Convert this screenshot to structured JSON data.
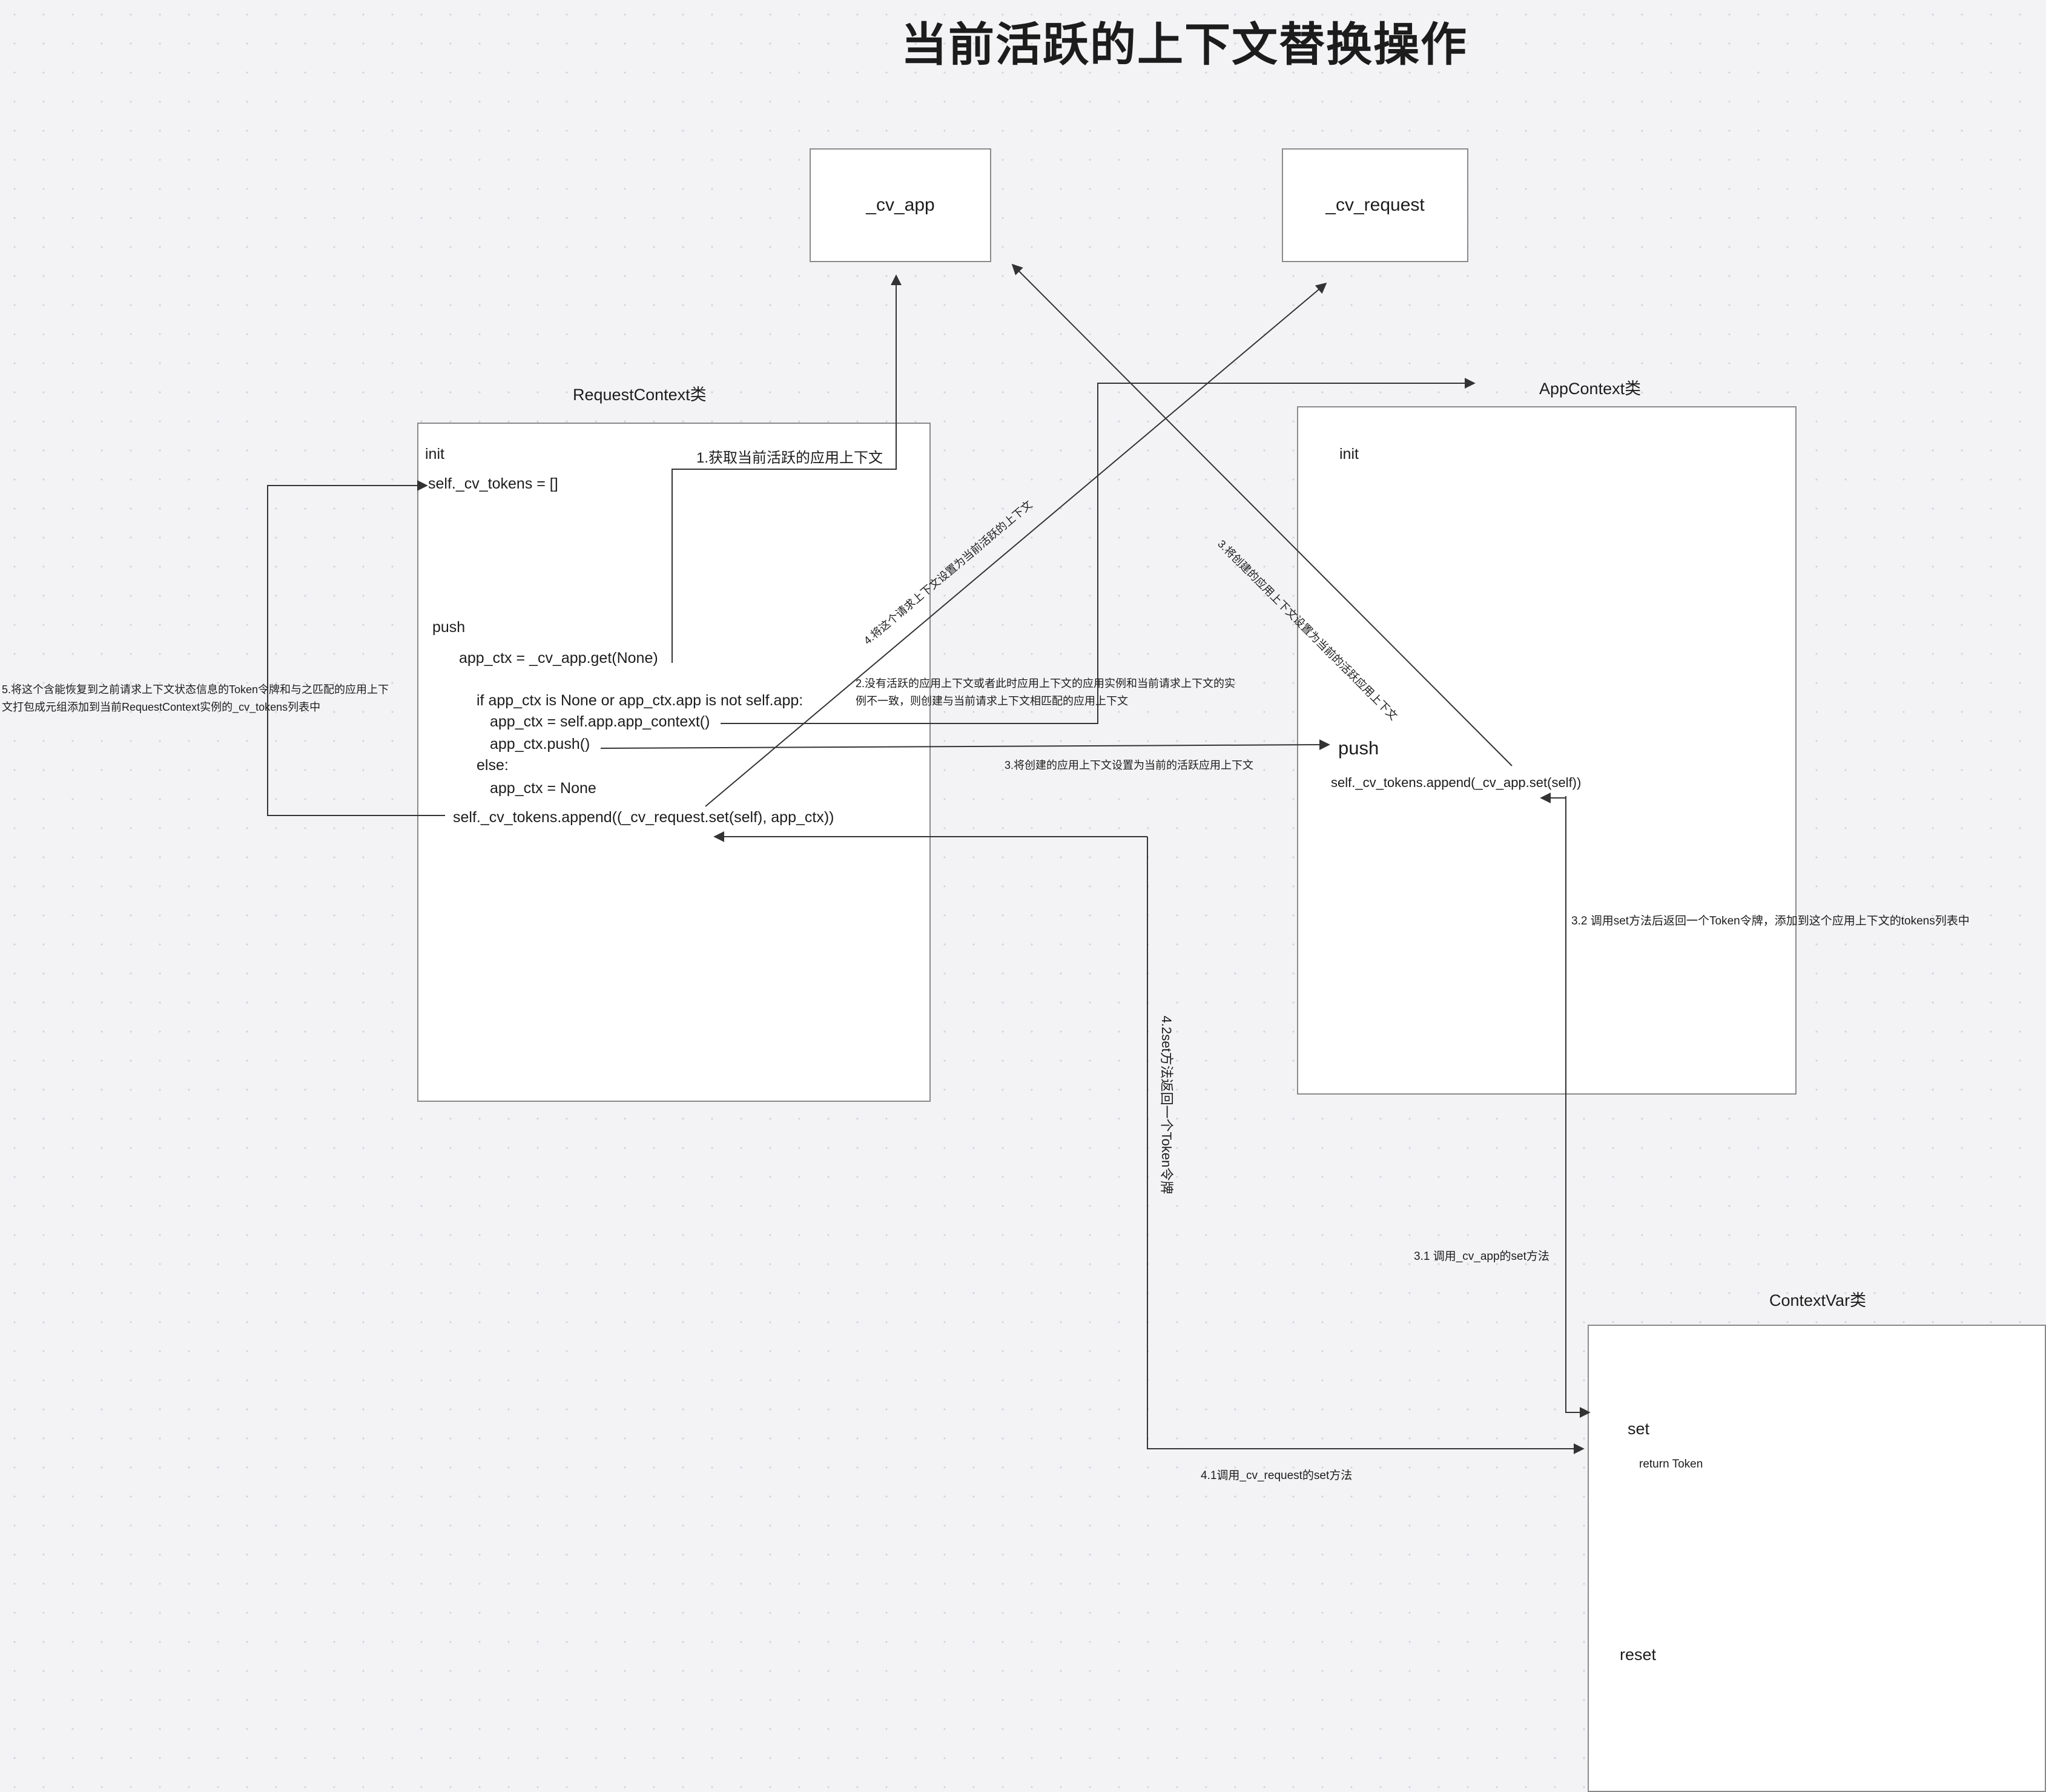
{
  "title": "当前活跃的上下文替换操作",
  "vars": {
    "cv_app": "_cv_app",
    "cv_request": "_cv_request"
  },
  "request_context": {
    "heading": "RequestContext类",
    "init": "init",
    "init_code": "self._cv_tokens = []",
    "push": "push",
    "code": [
      "app_ctx = _cv_app.get(None)",
      "if app_ctx is None or app_ctx.app is not self.app:",
      "app_ctx = self.app.app_context()",
      "app_ctx.push()",
      "else:",
      "app_ctx = None",
      "self._cv_tokens.append((_cv_request.set(self), app_ctx))"
    ]
  },
  "app_context": {
    "heading": "AppContext类",
    "init": "init",
    "push": "push",
    "push_code": "self._cv_tokens.append(_cv_app.set(self))"
  },
  "context_var": {
    "heading": "ContextVar类",
    "set": "set",
    "set_return": "return Token",
    "reset": "reset"
  },
  "annotations": {
    "step1": "1.获取当前活跃的应用上下文",
    "step2": [
      "2.没有活跃的应用上下文或者此时应用上下文的应用实例和当前请求上下文的实",
      "例不一致，则创建与当前请求上下文相匹配的应用上下文"
    ],
    "step3_push": "3.将创建的应用上下文设置为当前的活跃应用上下文",
    "step3_diag": "3.将创建的应用上下文设置为当前的活跃应用上下文",
    "step3_1": "3.1 调用_cv_app的set方法",
    "step3_2": "3.2  调用set方法后返回一个Token令牌，添加到这个应用上下文的tokens列表中",
    "step4": "4.将这个请求上下文设置为当前活跃的上下文",
    "step4_1": "4.1调用_cv_request的set方法",
    "step4_2": "4.2set方法返回一个Token令牌",
    "step5": [
      "5.将这个含能恢复到之前请求上下文状态信息的Token令牌和与之匹配的应用上下",
      "文打包成元组添加到当前RequestContext实例的_cv_tokens列表中"
    ]
  }
}
